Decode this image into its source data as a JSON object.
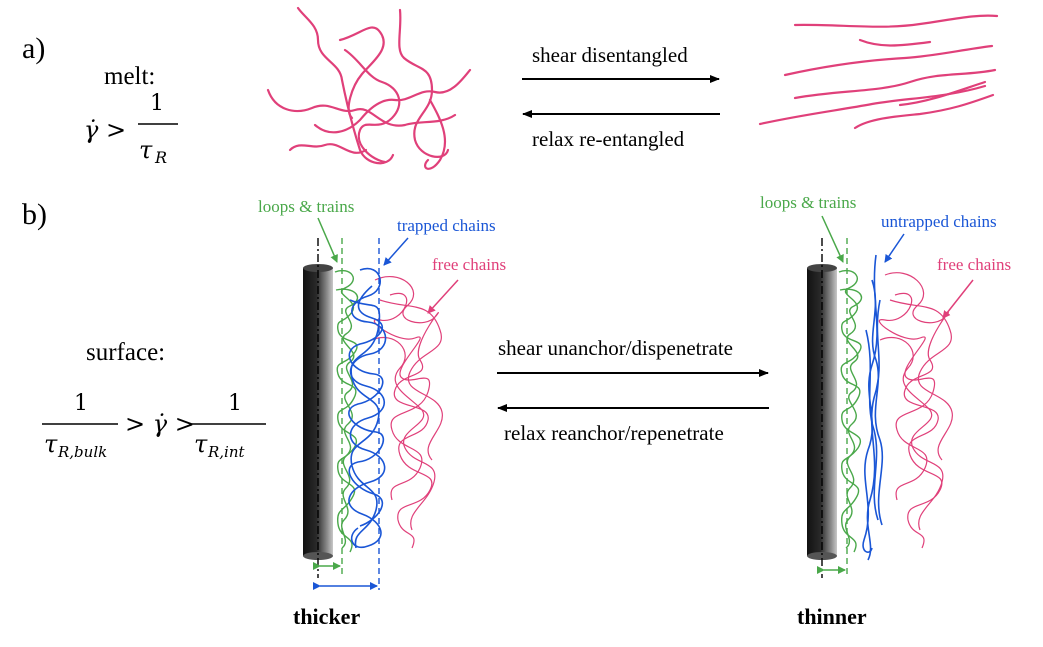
{
  "panel_a": {
    "label": "a)",
    "condition_label": "melt:",
    "condition_math": {
      "lhs": "γ̇ >",
      "numerator": "1",
      "denominator_symbol": "τ",
      "denominator_subscript": "R"
    },
    "forward_arrow_label": "shear disentangled",
    "reverse_arrow_label": "relax re-entangled"
  },
  "panel_b": {
    "label": "b)",
    "condition_label": "surface:",
    "condition_math": {
      "left_numerator": "1",
      "left_denominator_symbol": "τ",
      "left_denominator_subscript": "R,bulk",
      "middle": "> γ̇ >",
      "right_numerator": "1",
      "right_denominator_symbol": "τ",
      "right_denominator_subscript": "R,int"
    },
    "forward_arrow_label": "shear unanchor/dispenetrate",
    "reverse_arrow_label": "relax reanchor/repenetrate",
    "left_state": {
      "loops_label": "loops & trains",
      "trapped_label": "trapped chains",
      "free_label": "free chains",
      "thickness_label": "thicker"
    },
    "right_state": {
      "loops_label": "loops & trains",
      "untrapped_label": "untrapped chains",
      "free_label": "free chains",
      "thickness_label": "thinner"
    }
  },
  "colors": {
    "chain_pink": "#e0407a",
    "loops_green": "#4aa84a",
    "chains_blue": "#1a56d6",
    "arrow_black": "#000000"
  }
}
